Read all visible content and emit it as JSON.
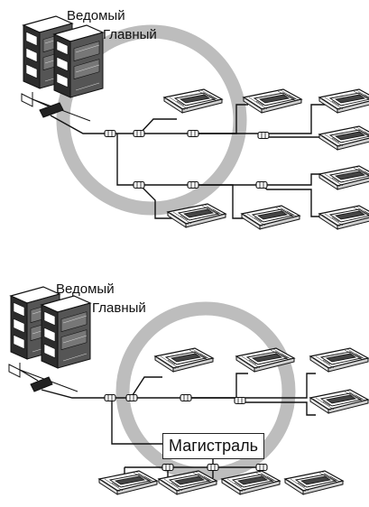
{
  "top_panel": {
    "slave_label": "Ведомый",
    "master_label": "Главный"
  },
  "bottom_panel": {
    "slave_label": "Ведомый",
    "master_label": "Главный",
    "trunk_label": "Магистраль"
  }
}
